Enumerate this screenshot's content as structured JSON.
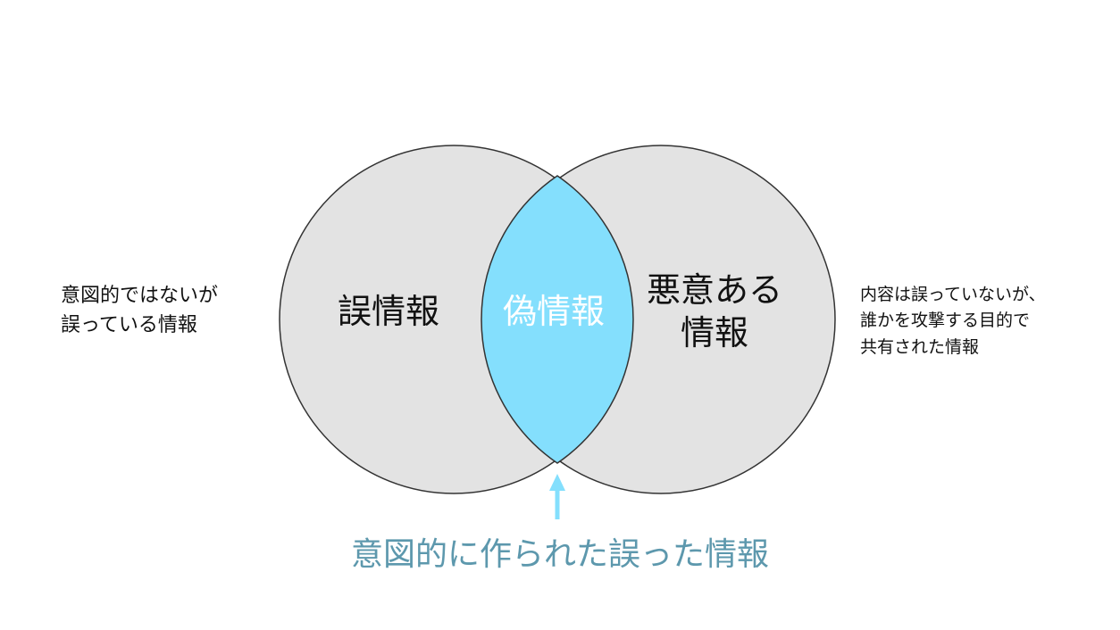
{
  "diagram": {
    "left_set": {
      "label": "誤情報",
      "description_lines": [
        "意図的ではないが",
        "誤っている情報"
      ]
    },
    "right_set": {
      "label_lines": [
        "悪意ある",
        "情報"
      ],
      "description_lines": [
        "内容は誤っていないが、",
        "誰かを攻撃する目的で",
        "共有された情報"
      ]
    },
    "intersection": {
      "label": "偽情報",
      "caption": "意図的に作られた誤った情報"
    }
  },
  "colors": {
    "circle_fill": "#e3e3e3",
    "circle_stroke": "#333333",
    "intersection_fill": "#84dffd",
    "arrow": "#84dffd",
    "caption_text": "#5d98ad"
  }
}
